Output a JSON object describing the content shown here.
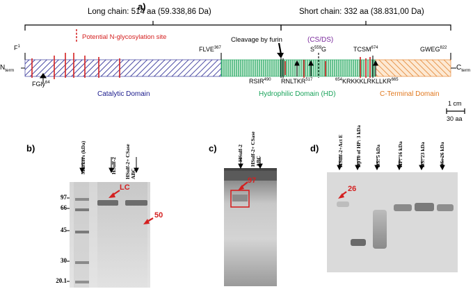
{
  "panel_a": {
    "letter": "a)",
    "long_chain": "Long chain: 514 aa (59.338,86 Da)",
    "short_chain": "Short chain: 332 aa (38.831,00 Da)",
    "glyco_legend": "Potential N-glycosylation site",
    "cleavage": "Cleavage by furin",
    "cs_ds": "(CS/DS)",
    "n_term": "N",
    "n_term_sub": "term",
    "c_term": "C",
    "c_term_sub": "term",
    "f1": "F",
    "f1_sup": "1",
    "fgly": "FGly",
    "fgly_sup": "64",
    "flve": "FLVE",
    "flve_sup": "367",
    "s559": "S",
    "s559_sup": "559",
    "s559_g": "G",
    "tcsm": "TCSM",
    "tcsm_sup": "674",
    "gweg": "GWEG",
    "gweg_sup": "822",
    "rsir": "RSIR",
    "rsir_sup": "490",
    "rnltkr": "RNLTKR",
    "rnltkr_sup": "517",
    "krk_pre": "654",
    "krk": "KRKKKLRKLLKR",
    "krk_sup": "665",
    "catalytic": "Catalytic Domain",
    "hydrophilic": "Hydrophilic Domain (HD)",
    "cterminal": "C-Terminal Domain",
    "scale_1": "1 cm",
    "scale_2": "30 aa",
    "colors": {
      "catalytic": "#1a1a8c",
      "hydrophilic": "#19a35a",
      "cterminal": "#e0781e",
      "glyco": "#d42020"
    }
  },
  "panel_b": {
    "letter": "b)",
    "lanes": [
      "Markers (kDa)",
      "HSulf-2",
      "HSulf-2+ CSase ABC"
    ],
    "markers": [
      "97",
      "66",
      "45",
      "30",
      "20.1"
    ],
    "lc": "LC",
    "band_50": "50"
  },
  "panel_c": {
    "letter": "c)",
    "lanes": [
      "HSulf-2",
      "HSulf-2+ CSase ABC"
    ],
    "band_97": "97"
  },
  "panel_d": {
    "letter": "d)",
    "lanes": [
      "HSulf-2+Act E",
      "Dp10 of HP: 3 kDa",
      "DS: 5 kDa",
      "HP: 16 kDa",
      "DS: 23 kDa",
      "DS: 26 kDa"
    ],
    "band_26": "26"
  }
}
